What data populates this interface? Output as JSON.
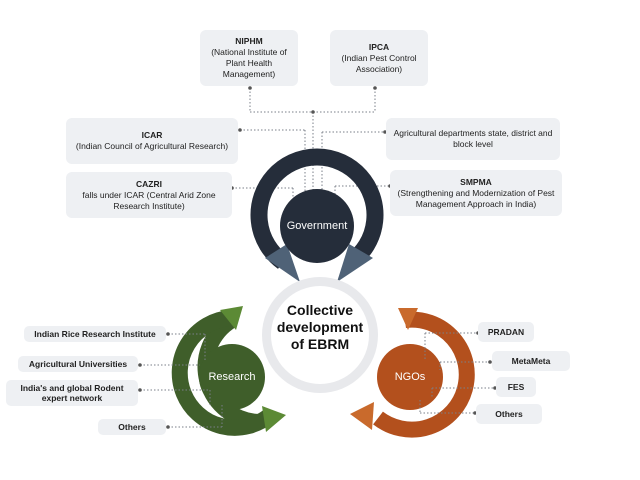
{
  "center": {
    "line1": "Collective",
    "line2": "development",
    "line3": "of EBRM"
  },
  "hubs": {
    "government": "Government",
    "research": "Research",
    "ngos": "NGOs"
  },
  "government_boxes": {
    "niphm": {
      "title": "NIPHM",
      "desc": "(National Institute of Plant Health Management)"
    },
    "ipca": {
      "title": "IPCA",
      "desc": "(Indian Pest Control Association)"
    },
    "icar": {
      "title": "ICAR",
      "desc": "(Indian Council of Agricultural Research)"
    },
    "agri_dept": {
      "title": "",
      "desc": "Agricultural departments state, district and block level"
    },
    "cazri": {
      "title": "CAZRI",
      "desc": "falls under ICAR (Central Arid Zone Research Institute)"
    },
    "smpma": {
      "title": "SMPMA",
      "desc": "(Strengthening and Modernization of Pest Management Approach in India)"
    }
  },
  "research_items": [
    "Indian Rice Research Institute",
    "Agricultural Universities",
    "India's and global Rodent expert network",
    "Others"
  ],
  "ngo_items": [
    "PRADAN",
    "MetaMeta",
    "FES",
    "Others"
  ],
  "colors": {
    "government": "#252d3a",
    "research": "#3f5e2a",
    "research_arrow": "#5c8a35",
    "ngos": "#b3501d",
    "ngos_arrow": "#c96a2c",
    "box_bg": "#eef0f3"
  }
}
